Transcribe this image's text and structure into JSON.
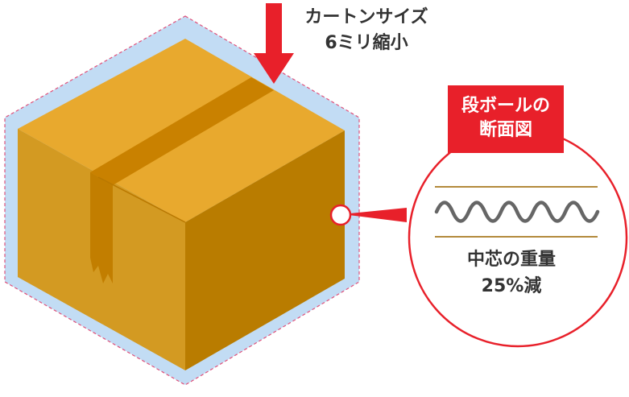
{
  "annotations": {
    "carton_size": {
      "line1": "カートンサイズ",
      "line2": "6ミリ縮小"
    },
    "cross_section_title": {
      "line1": "段ボールの",
      "line2": "断面図"
    },
    "core_weight": {
      "line1": "中芯の重量",
      "line2": "25%減"
    }
  },
  "colors": {
    "accent_red": "#e8202a",
    "outline_blue": "#c2dcf4",
    "outline_dash": "#e0507a",
    "box_top": "#e8a92e",
    "box_left": "#d39a22",
    "box_right": "#b97c00",
    "tape": "#c98100",
    "liner": "#b38a3c",
    "flute": "#666666",
    "text": "#333333"
  },
  "icons": [
    "down-arrow-icon",
    "cardboard-box-icon",
    "corrugated-flute-icon",
    "pointer-dot-icon"
  ]
}
